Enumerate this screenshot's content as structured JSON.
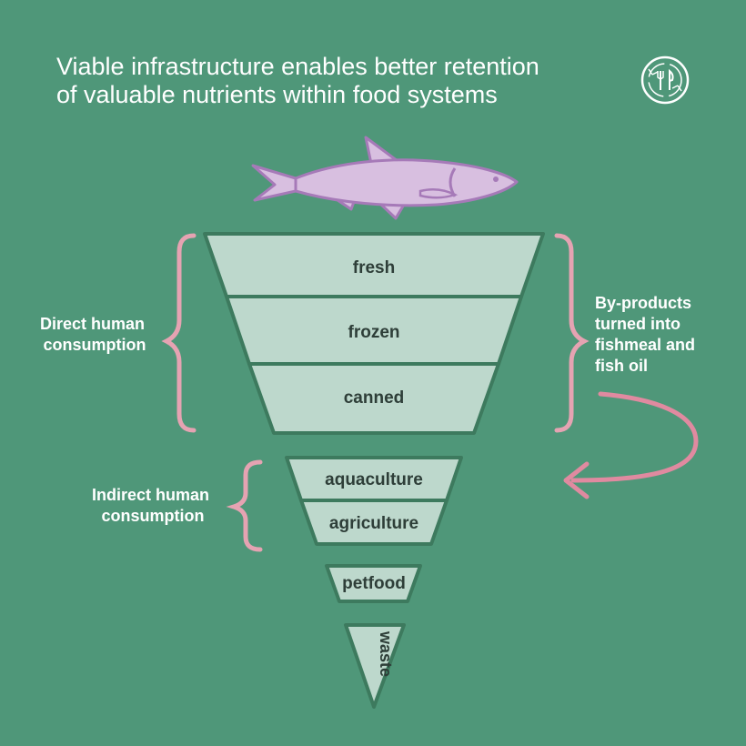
{
  "title": {
    "line1": "Viable infrastructure enables better retention",
    "line2": "of valuable nutrients within food systems"
  },
  "logo_icon": "food-systems-cycle-icon",
  "tiers": {
    "direct": [
      "fresh",
      "frozen",
      "canned"
    ],
    "indirect": [
      "aquaculture",
      "agriculture"
    ],
    "petfood": "petfood",
    "waste": "waste"
  },
  "brackets": {
    "direct": [
      "Direct human",
      "consumption"
    ],
    "indirect": [
      "Indirect human",
      "consumption"
    ],
    "byproducts": [
      "By-products",
      "turned into",
      "fishmeal and",
      "fish oil"
    ]
  },
  "colors": {
    "background": "#4f9779",
    "funnel_fill": "#bdd8cc",
    "funnel_stroke": "#3d7a5e",
    "bracket": "#e5a3b2",
    "arrow": "#e08aa0",
    "fish_fill": "#d8bfe0",
    "fish_stroke": "#a67ab8",
    "text_dark": "#2e3e38",
    "text_light": "#ffffff"
  }
}
